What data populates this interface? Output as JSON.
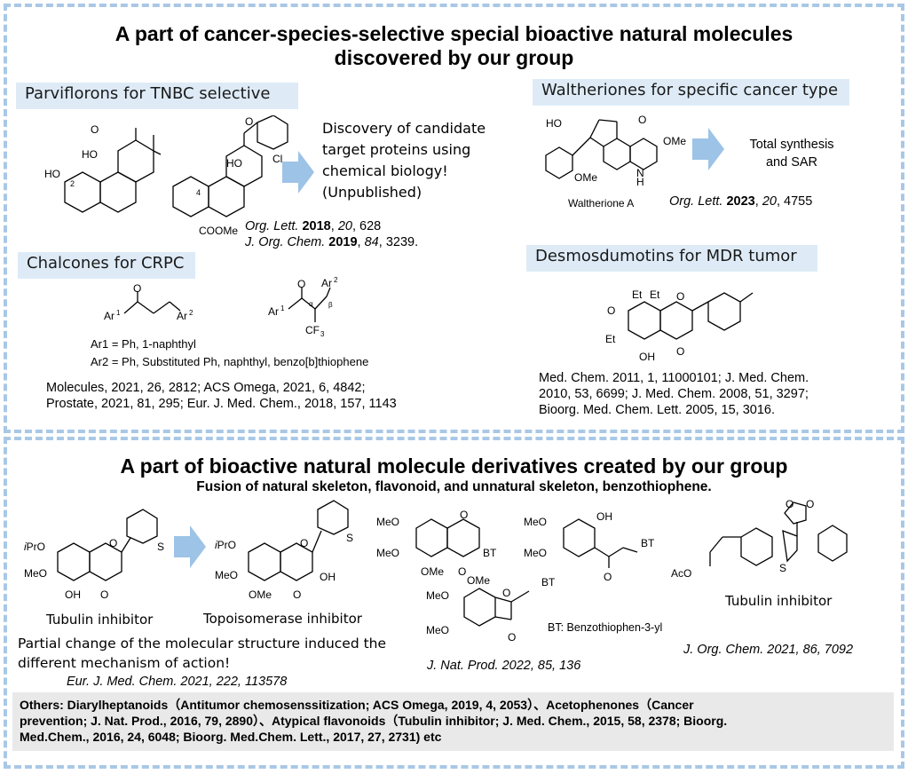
{
  "top_title_line1": "A part of cancer-species-selective special bioactive natural molecules",
  "top_title_line2": "discovered by our group",
  "parviflorons": {
    "label": "Parviflorons for TNBC selective",
    "discovery_text": "Discovery of candidate target proteins using chemical biology! (Unpublished)",
    "ref1_journal": "Org. Lett.",
    "ref1_year": "2018",
    "ref1_vol": "20",
    "ref1_page": "628",
    "ref2_journal": "J. Org. Chem.",
    "ref2_year": "2019",
    "ref2_vol": "84",
    "ref2_page": "3239."
  },
  "waltheriones": {
    "label": "Waltheriones for specific cancer type",
    "compound_name": "Waltherione A",
    "arrow_text_line1": "Total synthesis",
    "arrow_text_line2": "and SAR",
    "ref_journal": "Org. Lett.",
    "ref_year": "2023",
    "ref_vol": "20",
    "ref_page": "4755"
  },
  "chalcones": {
    "label": "Chalcones for CRPC",
    "ar1": "Ar1 = Ph, 1-naphthyl",
    "ar2": "Ar2 = Ph, Substituted Ph, naphthyl, benzo[b]thiophene",
    "refs_line1": "Molecules, 2021, 26, 2812; ACS Omega, 2021, 6, 4842;",
    "refs_line2": "Prostate, 2021, 81, 295; Eur. J. Med. Chem., 2018, 157, 1143"
  },
  "desmosdumotins": {
    "label": "Desmosdumotins for MDR tumor",
    "refs_line1": "Med. Chem. 2011, 1, 11000101; J. Med. Chem.",
    "refs_line2": "2010, 53, 6699; J. Med. Chem. 2008, 51, 3297;",
    "refs_line3": "Bioorg. Med. Chem. Lett. 2005, 15, 3016."
  },
  "bottom_title": "A part of bioactive natural molecule derivatives created by our group",
  "bottom_subtitle": "Fusion of natural skeleton, flavonoid, and unnatural skeleton, benzothiophene.",
  "derivatives": {
    "tubulin_inhibitor_1": "Tubulin inhibitor",
    "topoisomerase_inhibitor": "Topoisomerase inhibitor",
    "tubulin_inhibitor_2": "Tubulin inhibitor",
    "bt_note": "BT: Benzothiophen-3-yl",
    "partial_change_line1": "Partial change of the molecular structure induced the",
    "partial_change_line2": "different mechanism of action!",
    "ref_ejmc": "Eur. J. Med. Chem. 2021, 222, 113578",
    "ref_jnp": "J. Nat. Prod. 2022, 85, 136",
    "ref_joc": "J. Org. Chem. 2021, 86, 7092"
  },
  "others": {
    "line1": "Others: Diarylheptanoids（Antitumor chemosenssitization; ACS Omega, 2019, 4, 2053）、Acetophenones（Cancer",
    "line2": "prevention; J. Nat. Prod., 2016, 79, 2890）、Atypical flavonoids（Tubulin inhibitor; J. Med. Chem., 2015, 58, 2378; Bioorg.",
    "line3": "Med.Chem., 2016, 24, 6048; Bioorg. Med.Chem. Lett., 2017, 27, 2731) etc"
  },
  "colors": {
    "frame": "#a9c8e6",
    "label_bg": "#deebf7",
    "arrow": "#9dc3e6",
    "others_bg": "#e9e9e9"
  }
}
